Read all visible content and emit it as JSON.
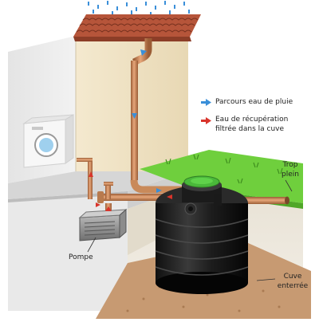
{
  "legend": {
    "rain_path": "Parcours eau de pluie",
    "filtered_water_line1": "Eau de récupération",
    "filtered_water_line2": "filtrée dans la cuve"
  },
  "labels": {
    "overflow_line1": "Trop",
    "overflow_line2": "plein",
    "pump": "Pompe",
    "tank_line1": "Cuve",
    "tank_line2": "enterrée"
  },
  "colors": {
    "rain_arrow": "#3a8fd9",
    "filtered_arrow": "#d9342b",
    "pipe": "#c98a5a",
    "grass": "#6fcf3d",
    "tank": "#1a1a1a",
    "tank_lid": "#4ab83a",
    "roof_tiles": "#b6553a",
    "gravel": "#c79a72"
  },
  "icons": [
    "rain-drops",
    "roof-tiles",
    "washing-machine-icon",
    "pump-icon",
    "tank-icon"
  ]
}
